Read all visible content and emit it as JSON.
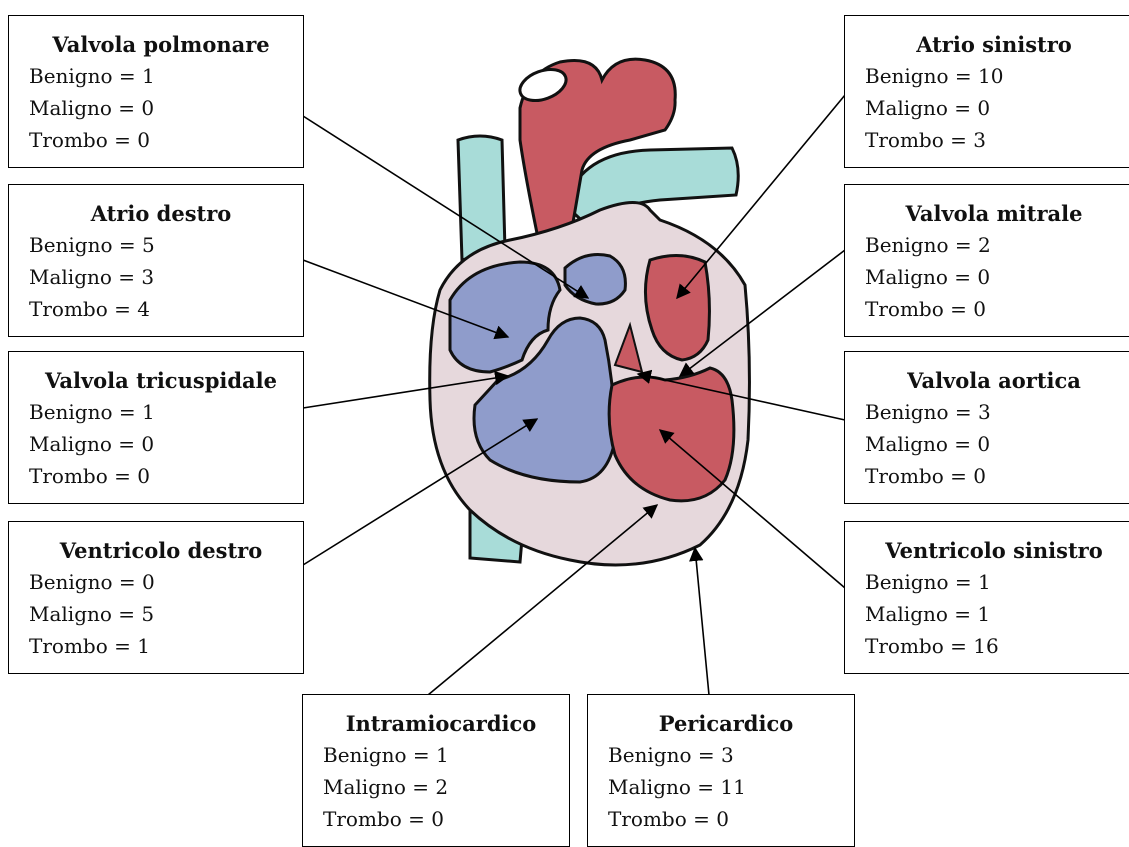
{
  "boxes": [
    {
      "title": "Valvola polmonare",
      "rows": [
        "Benigno = 1",
        "Maligno = 0",
        "Trombo = 0"
      ]
    },
    {
      "title": "Atrio destro",
      "rows": [
        "Benigno = 5",
        "Maligno = 3",
        "Trombo = 4"
      ]
    },
    {
      "title": "Valvola tricuspidale",
      "rows": [
        "Benigno = 1",
        "Maligno = 0",
        "Trombo = 0"
      ]
    },
    {
      "title": "Ventricolo destro",
      "rows": [
        "Benigno = 0",
        "Maligno = 5",
        "Trombo = 1"
      ]
    },
    {
      "title": "Intramiocardico",
      "rows": [
        "Benigno = 1",
        "Maligno = 2",
        "Trombo = 0"
      ]
    },
    {
      "title": "Pericardico",
      "rows": [
        "Benigno = 3",
        "Maligno = 11",
        "Trombo = 0"
      ]
    },
    {
      "title": "Atrio sinistro",
      "rows": [
        "Benigno = 10",
        "Maligno = 0",
        "Trombo = 3"
      ]
    },
    {
      "title": "Valvola mitrale",
      "rows": [
        "Benigno = 2",
        "Maligno = 0",
        "Trombo = 0"
      ]
    },
    {
      "title": "Valvola aortica",
      "rows": [
        "Benigno = 3",
        "Maligno = 0",
        "Trombo = 0"
      ]
    },
    {
      "title": "Ventricolo sinistro",
      "rows": [
        "Benigno = 1",
        "Maligno = 1",
        "Trombo = 16"
      ]
    }
  ],
  "colors": {
    "left_heart": "#c85a62",
    "right_heart": "#8f9ccb",
    "vessel": "#a8dcd8",
    "myocardium": "#e6d8dc",
    "outline": "#111111"
  }
}
